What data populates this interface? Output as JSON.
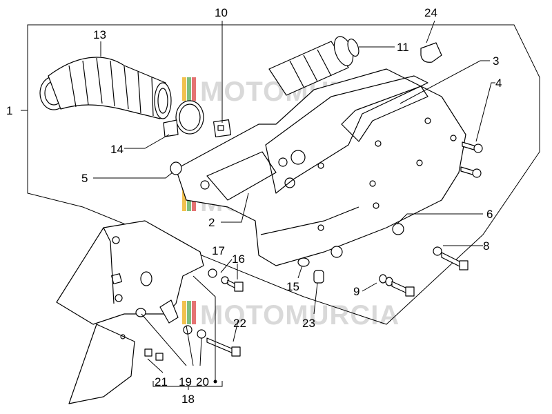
{
  "watermark": {
    "text": "MOTOMURCIA",
    "colors": [
      "#f2c14e",
      "#7fbf7f",
      "#e57373",
      "#cfd8dc"
    ]
  },
  "callouts": {
    "c1": "1",
    "c2": "2",
    "c3": "3",
    "c4": "4",
    "c5": "5",
    "c6": "6",
    "c8": "8",
    "c9": "9",
    "c10": "10",
    "c11": "11",
    "c13": "13",
    "c14": "14",
    "c15": "15",
    "c16": "16",
    "c17": "17",
    "c18": "18",
    "c19": "19",
    "c20": "20",
    "c21": "21",
    "c22": "22",
    "c23": "23",
    "c24": "24"
  }
}
